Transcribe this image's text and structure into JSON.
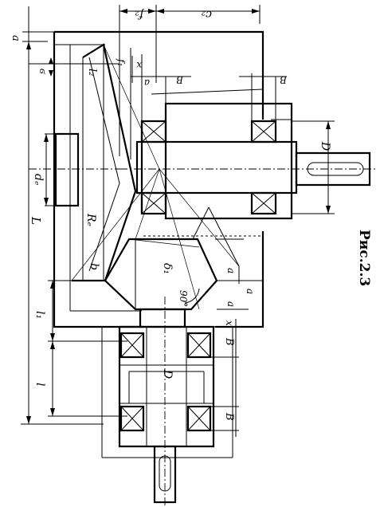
{
  "figure": {
    "caption": "Рис.2.3"
  },
  "labels": {
    "a_top": "a",
    "L": "L",
    "delta_e": "ϭ",
    "l2": "l₂",
    "d_e": "dₑ",
    "R_e": "Rₑ",
    "b": "b",
    "f1": "f₁",
    "l1": "l₁",
    "angle_90": "90°",
    "delta1": "δ₁",
    "a_mid": "a",
    "a_low": "a",
    "B_low": "B",
    "B_bottom": "B",
    "x": "x",
    "D_lower": "D",
    "D_right": "D",
    "f2": "f₂",
    "c2": "c₂",
    "a_top_right": "a",
    "B_top_left": "B",
    "B_top_right": "B",
    "x_top": "x",
    "a_small": "a"
  }
}
